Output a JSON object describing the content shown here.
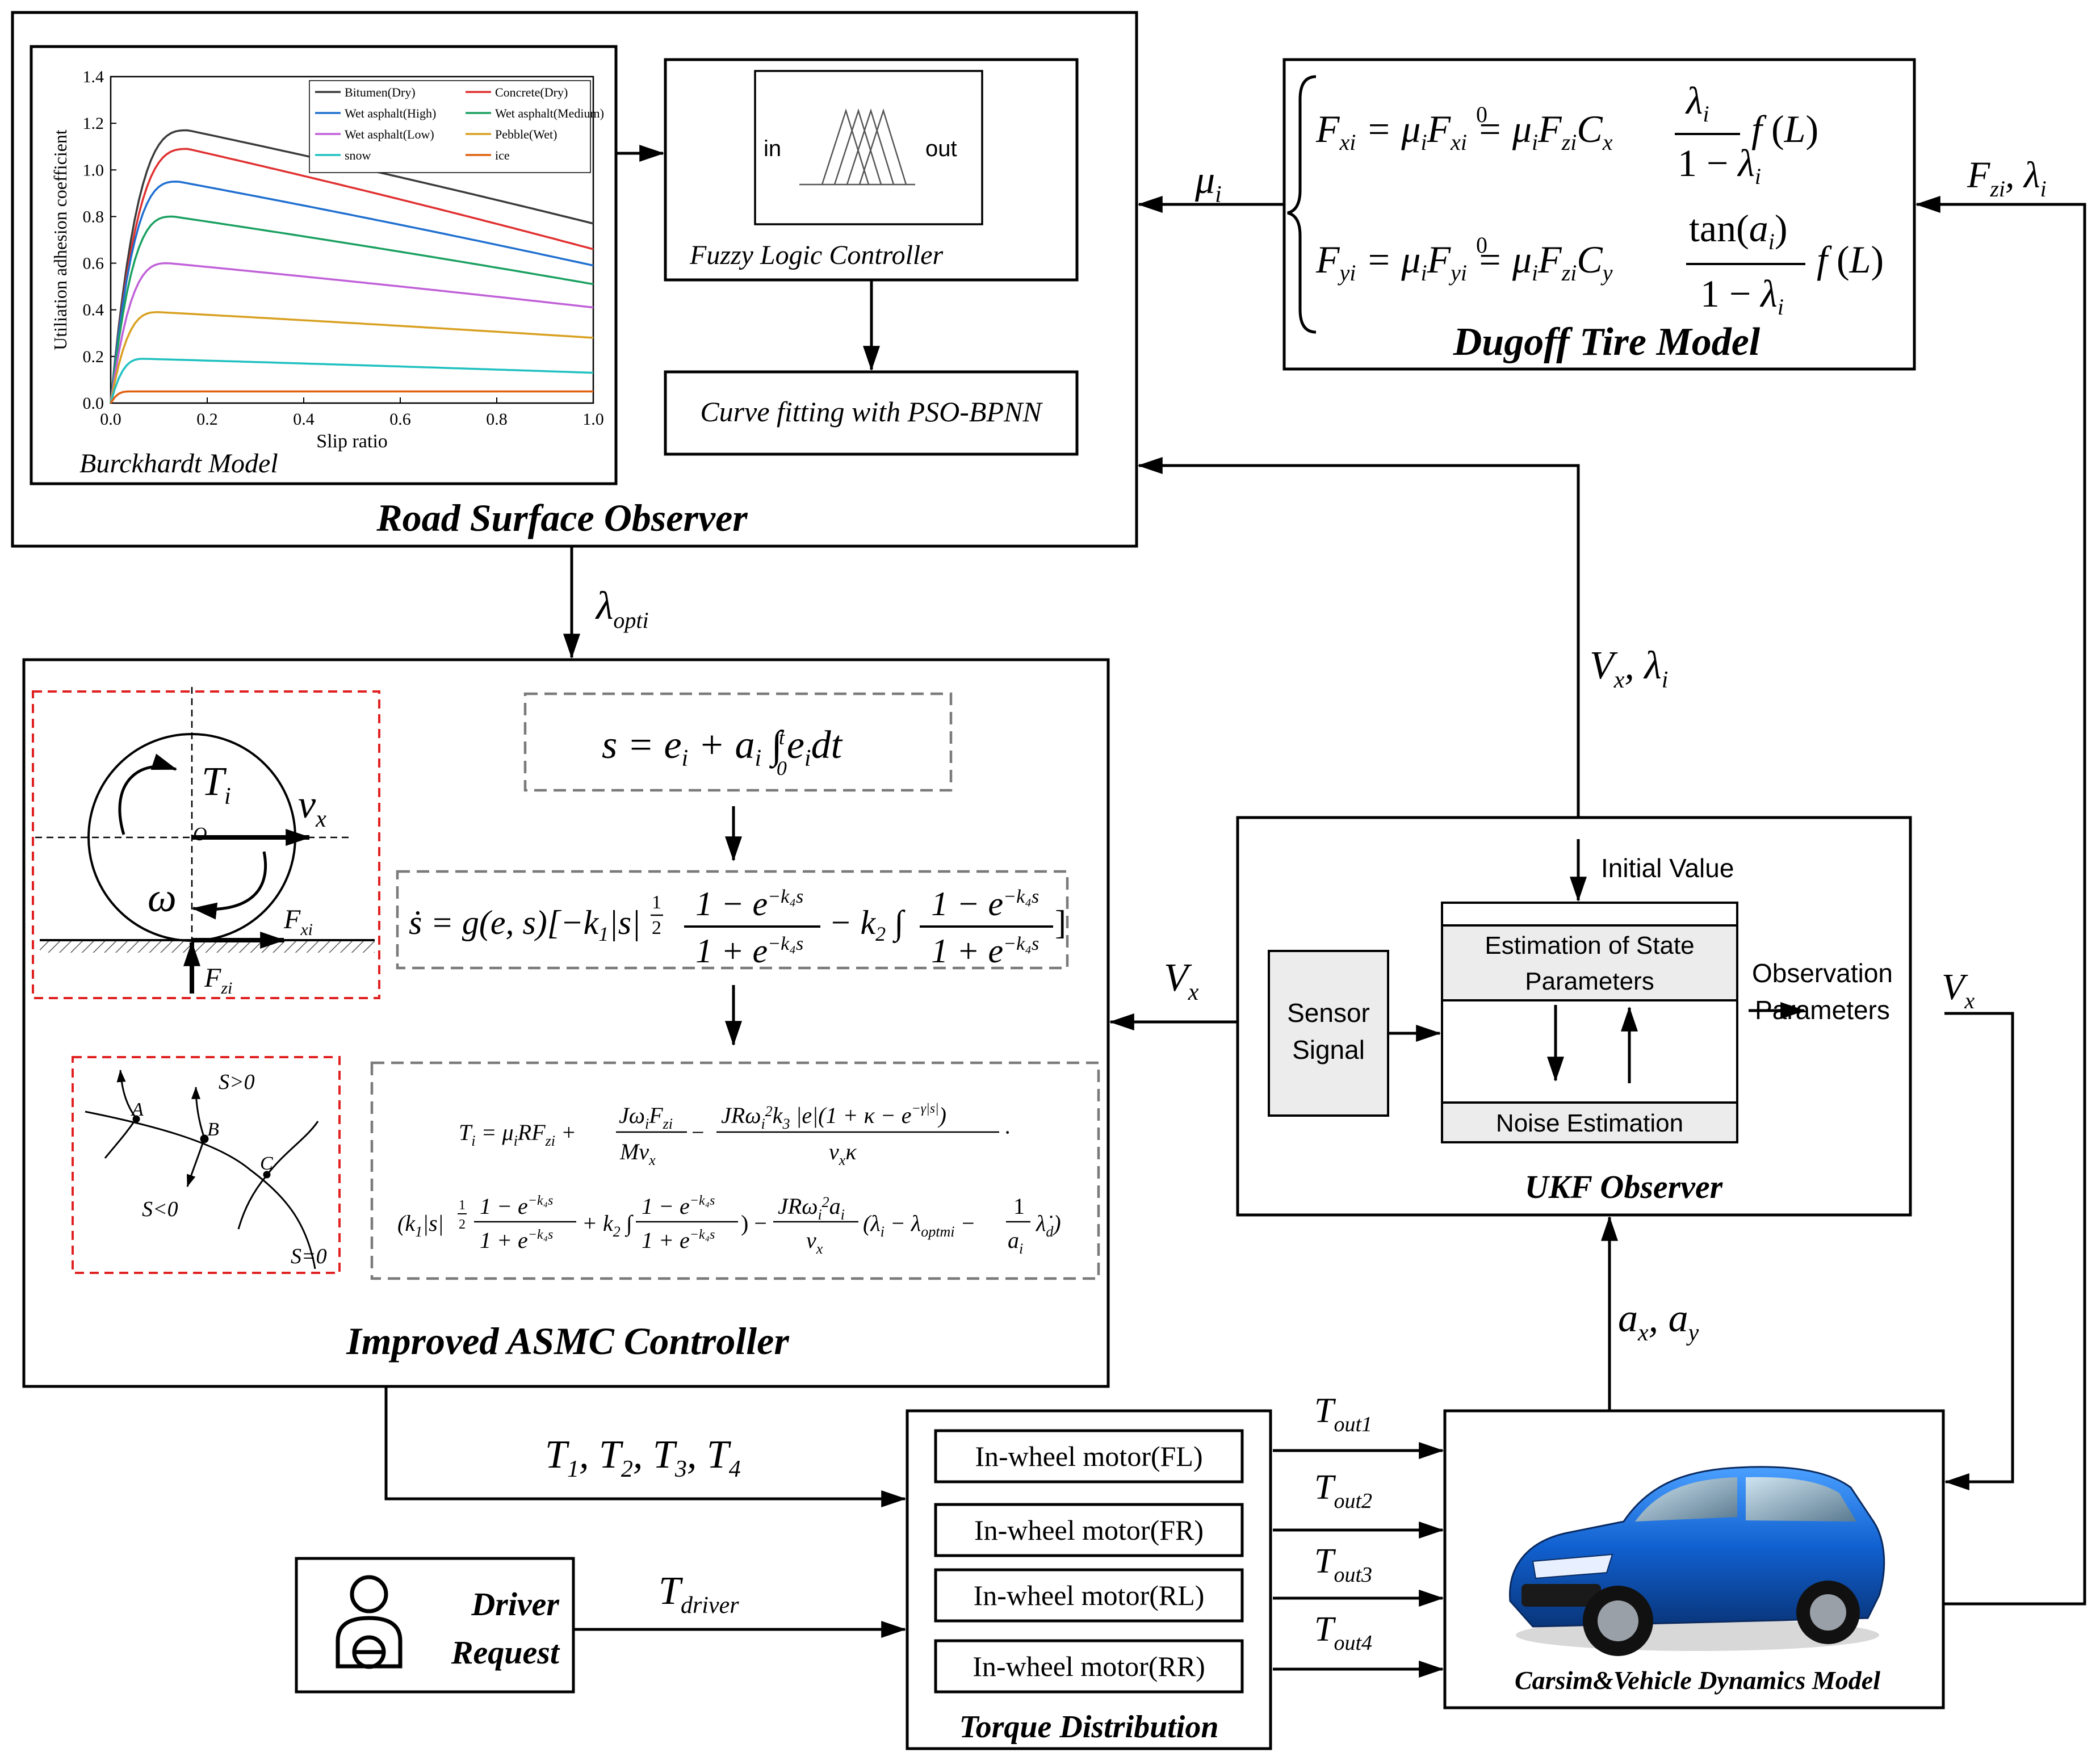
{
  "road_observer": {
    "title": "Road Surface Observer",
    "burckhardt_label": "Burckhardt Model",
    "fuzzy_label": "Fuzzy Logic Controller",
    "fuzzy_in": "in",
    "fuzzy_out": "out",
    "pso_label": "Curve fitting with PSO-BPNN"
  },
  "dugoff": {
    "title": "Dugoff  Tire Model"
  },
  "asmc": {
    "title": "Improved ASMC Controller",
    "phase_s_pos": "S>0",
    "phase_s_neg": "S<0",
    "phase_s_zero": "S=0",
    "phase_a": "A",
    "phase_b": "B",
    "phase_c": "C",
    "origin": "O"
  },
  "ukf": {
    "title": "UKF Observer",
    "initial_value": "Initial Value",
    "estimation_line1": "Estimation of State",
    "estimation_line2": "Parameters",
    "noise": "Noise Estimation",
    "sensor_line1": "Sensor",
    "sensor_line2": "Signal",
    "obs_line1": "Observation",
    "obs_line2": "Parameters"
  },
  "torque": {
    "title": "Torque Distribution",
    "motors": [
      "In-wheel motor(FL)",
      "In-wheel motor(FR)",
      "In-wheel motor(RL)",
      "In-wheel motor(RR)"
    ]
  },
  "driver": {
    "line1": "Driver",
    "line2": "Request"
  },
  "vehicle": {
    "title": "Carsim&Vehicle Dynamics Model"
  },
  "chart_data": {
    "type": "line",
    "title": "",
    "xlabel": "Slip ratio",
    "ylabel": "Utiliation adhesion coefficient",
    "xlim": [
      0,
      1.0
    ],
    "ylim": [
      0,
      1.4
    ],
    "xticks": [
      "0.0",
      "0.2",
      "0.4",
      "0.6",
      "0.8",
      "1.0"
    ],
    "yticks": [
      "0.0",
      "0.2",
      "0.4",
      "0.6",
      "0.8",
      "1.0",
      "1.2",
      "1.4"
    ],
    "legend_position": "top-right",
    "series": [
      {
        "name": "Bitumen(Dry)",
        "color": "#3a3a3a",
        "peak_x": 0.16,
        "peak_y": 1.17,
        "end_y": 0.77
      },
      {
        "name": "Concrete(Dry)",
        "color": "#e03030",
        "peak_x": 0.16,
        "peak_y": 1.09,
        "end_y": 0.66
      },
      {
        "name": "Wet asphalt(High)",
        "color": "#1f6fd0",
        "peak_x": 0.14,
        "peak_y": 0.95,
        "end_y": 0.59
      },
      {
        "name": "Wet asphalt(Medium)",
        "color": "#1aa060",
        "peak_x": 0.13,
        "peak_y": 0.8,
        "end_y": 0.51
      },
      {
        "name": "Wet asphalt(Low)",
        "color": "#c060d8",
        "peak_x": 0.12,
        "peak_y": 0.6,
        "end_y": 0.41
      },
      {
        "name": "Pebble(Wet)",
        "color": "#d8a020",
        "peak_x": 0.1,
        "peak_y": 0.39,
        "end_y": 0.28
      },
      {
        "name": "snow",
        "color": "#20c0c0",
        "peak_x": 0.07,
        "peak_y": 0.19,
        "end_y": 0.13
      },
      {
        "name": "ice",
        "color": "#e06010",
        "peak_x": 0.04,
        "peak_y": 0.05,
        "end_y": 0.05
      }
    ]
  }
}
